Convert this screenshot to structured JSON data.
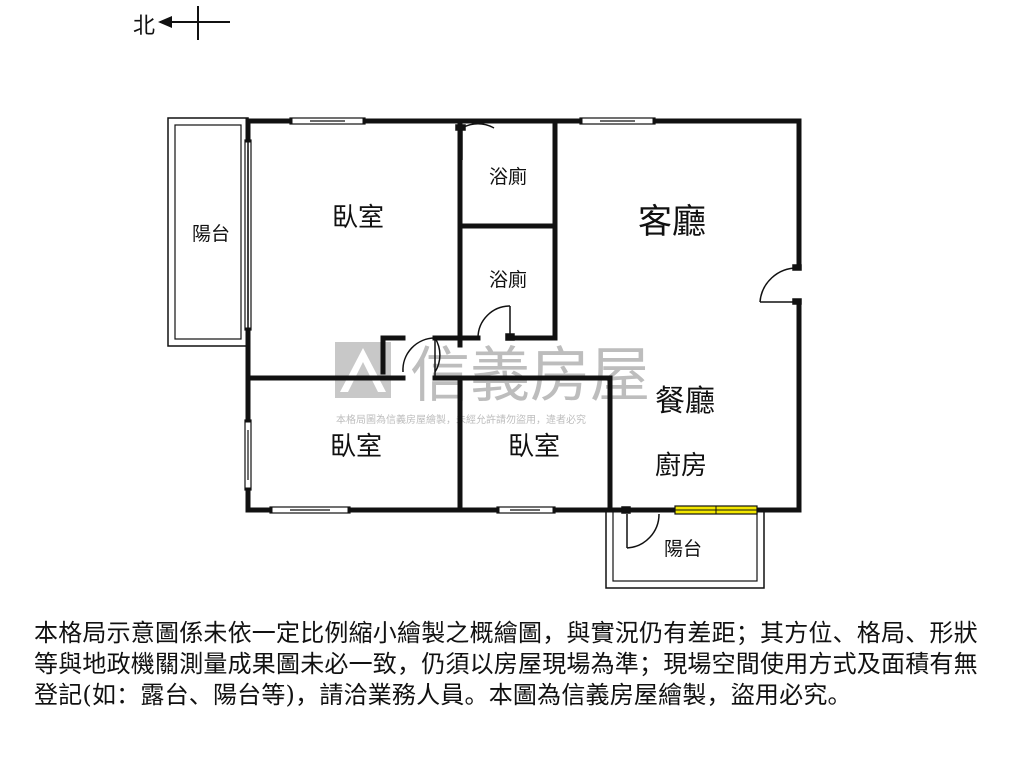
{
  "compass": {
    "north_label": "北"
  },
  "rooms": {
    "bedroom_main": "臥室",
    "bath_1": "浴廁",
    "bath_2": "浴廁",
    "living": "客廳",
    "balcony_left": "陽台",
    "dining": "餐廳",
    "kitchen": "廚房",
    "bedroom_2": "臥室",
    "bedroom_3": "臥室",
    "balcony_bottom": "陽台"
  },
  "watermark": {
    "brand": "信義房屋",
    "notice": "本格局圖為信義房屋繪製，未經允許請勿盜用，違者必究"
  },
  "disclaimer": "本格局示意圖係未依一定比例縮小繪製之概繪圖，與實況仍有差距；其方位、格局、形狀等與地政機關測量成果圖未必一致，仍須以房屋現場為準；現場空間使用方式及面積有無登記(如：露台、陽台等)，請洽業務人員。本圖為信義房屋繪製，盜用必究。",
  "colors": {
    "wall": "#111111",
    "window_highlight": "#f2e600",
    "watermark": "#bdbdbd"
  }
}
